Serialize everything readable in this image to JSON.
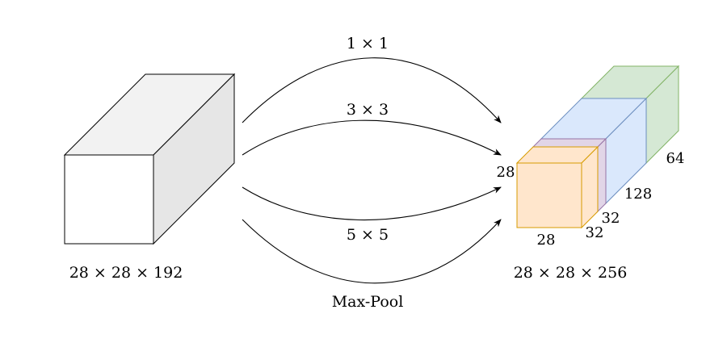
{
  "input": {
    "dims_label": "28 × 28 × 192",
    "colors": {
      "front": "#ffffff",
      "top": "#f2f2f2",
      "side": "#e6e6e6",
      "stroke": "#000000"
    }
  },
  "branches": [
    {
      "label": "1 × 1"
    },
    {
      "label": "3 × 3"
    },
    {
      "label": "5 × 5"
    },
    {
      "label": "Max-Pool"
    }
  ],
  "output": {
    "dims_label": "28 × 28 × 256",
    "height_label": "28",
    "width_label": "28",
    "layers": [
      {
        "depth_label": "64",
        "fill": "#d5e8d4",
        "stroke": "#82b366"
      },
      {
        "depth_label": "128",
        "fill": "#dae8fc",
        "stroke": "#6c8ebf"
      },
      {
        "depth_label": "32",
        "fill": "#e1d5e7",
        "stroke": "#9673a6"
      },
      {
        "depth_label": "32",
        "fill": "#ffe6cc",
        "stroke": "#d79b00"
      }
    ]
  }
}
